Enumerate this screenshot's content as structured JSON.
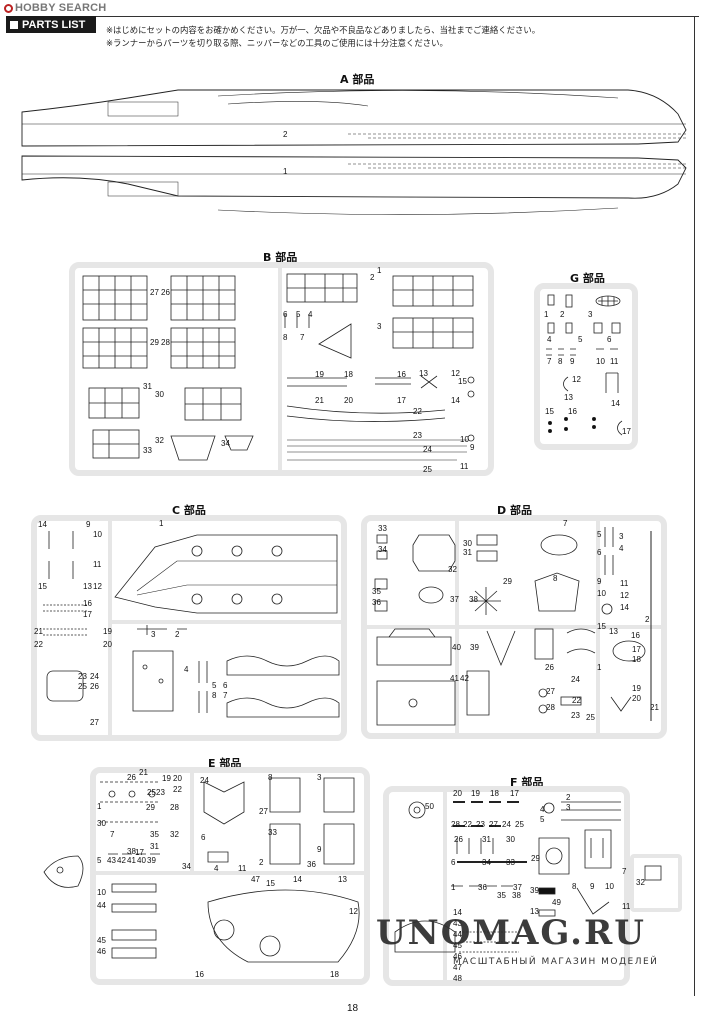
{
  "header": {
    "logo_text": "HOBBY SEARCH",
    "title": "PARTS LIST",
    "notes": [
      "※はじめにセットの内容をお確かめください。万が一、欠品や不良品などありましたら、当社までご連絡ください。",
      "※ランナーからパーツを切り取る際、ニッパーなどの工具のご使用には十分注意ください。"
    ]
  },
  "sections": {
    "A": {
      "label": "A 部品",
      "parts": [
        "2",
        "1"
      ]
    },
    "B": {
      "label": "B 部品",
      "parts": [
        "27",
        "26",
        "29",
        "28",
        "31",
        "30",
        "33",
        "32",
        "34",
        "2",
        "1",
        "3",
        "6",
        "5",
        "4",
        "8",
        "7",
        "19",
        "18",
        "21",
        "20",
        "16",
        "17",
        "13",
        "12",
        "15",
        "14",
        "22",
        "23",
        "10",
        "24",
        "25",
        "11",
        "9"
      ]
    },
    "G": {
      "label": "G 部品",
      "parts": [
        "1",
        "2",
        "3",
        "4",
        "5",
        "6",
        "7",
        "8",
        "9",
        "10",
        "11",
        "12",
        "13",
        "14",
        "15",
        "16",
        "17"
      ]
    },
    "C": {
      "label": "C 部品",
      "parts": [
        "14",
        "9",
        "10",
        "1",
        "11",
        "15",
        "13",
        "12",
        "16",
        "17",
        "21",
        "19",
        "22",
        "20",
        "3",
        "2",
        "4",
        "5",
        "6",
        "8",
        "7",
        "23",
        "24",
        "25",
        "26",
        "27"
      ]
    },
    "D": {
      "label": "D 部品",
      "parts": [
        "33",
        "34",
        "30",
        "31",
        "32",
        "7",
        "5",
        "6",
        "3",
        "4",
        "35",
        "36",
        "37",
        "38",
        "29",
        "8",
        "9",
        "10",
        "11",
        "12",
        "15",
        "13",
        "14",
        "16",
        "2",
        "17",
        "18",
        "40",
        "39",
        "26",
        "41",
        "42",
        "27",
        "28",
        "24",
        "25",
        "1",
        "19",
        "20",
        "21",
        "22",
        "23"
      ]
    },
    "E": {
      "label": "E 部品",
      "parts": [
        "26",
        "21",
        "19",
        "20",
        "22",
        "23",
        "25",
        "24",
        "8",
        "3",
        "1",
        "30",
        "29",
        "28",
        "27",
        "7",
        "35",
        "32",
        "31",
        "33",
        "6",
        "9",
        "2",
        "5",
        "43",
        "42",
        "41",
        "40",
        "39",
        "38",
        "34",
        "36",
        "4",
        "11",
        "10",
        "44",
        "45",
        "46",
        "47",
        "15",
        "14",
        "13",
        "12",
        "16",
        "18",
        "17",
        "37"
      ]
    },
    "F": {
      "label": "F 部品",
      "parts": [
        "50",
        "20",
        "19",
        "18",
        "17",
        "2",
        "3",
        "4",
        "5",
        "28",
        "22",
        "23",
        "27",
        "24",
        "25",
        "26",
        "31",
        "30",
        "29",
        "7",
        "6",
        "34",
        "33",
        "32",
        "1",
        "36",
        "37",
        "35",
        "38",
        "39",
        "13",
        "14",
        "43",
        "44",
        "45",
        "46",
        "47",
        "48",
        "49",
        "8",
        "9",
        "10",
        "11",
        "12"
      ]
    }
  },
  "footer": {
    "page_number": "18",
    "watermark": "UNOMAG.RU",
    "watermark_sub": "МАСШТАБНЫЙ МАГАЗИН МОДЕЛЕЙ"
  }
}
